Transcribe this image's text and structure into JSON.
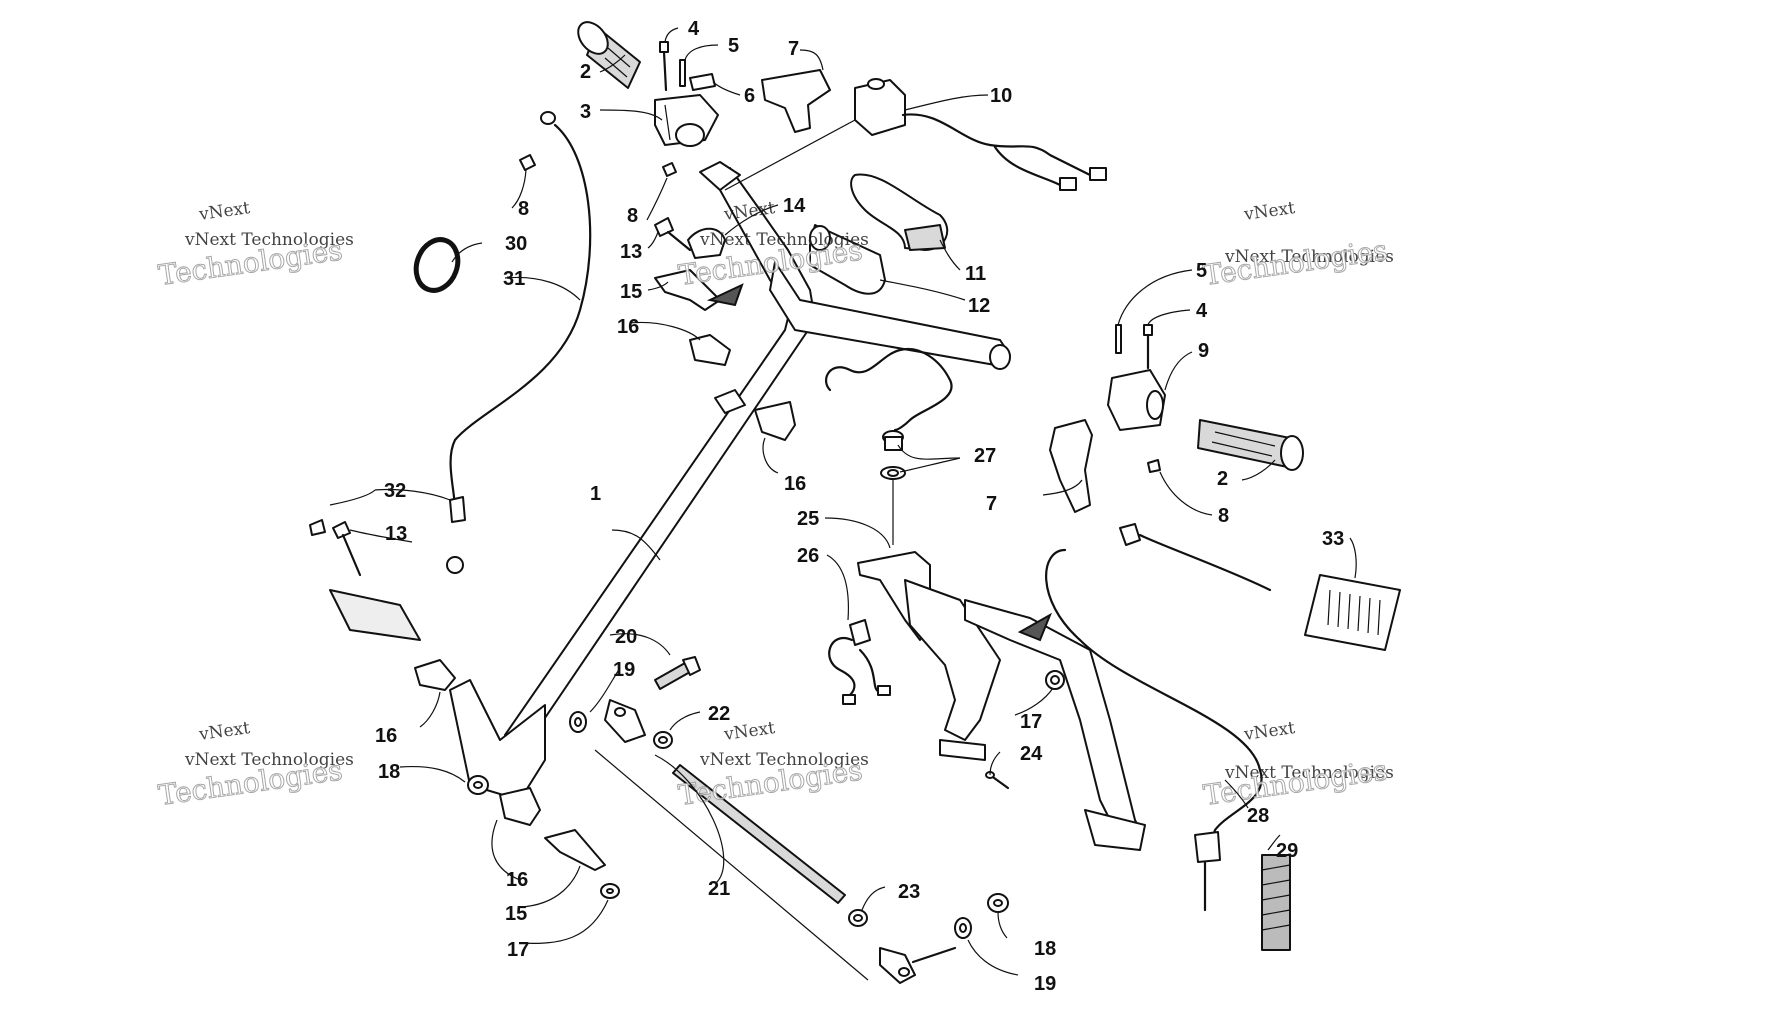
{
  "watermark": {
    "line1": "vNext",
    "line2": "vNext Technologies",
    "line3": "Technologies"
  },
  "callouts": [
    {
      "id": "c1",
      "label": "1"
    },
    {
      "id": "c2a",
      "label": "2"
    },
    {
      "id": "c2b",
      "label": "2"
    },
    {
      "id": "c3",
      "label": "3"
    },
    {
      "id": "c4a",
      "label": "4"
    },
    {
      "id": "c4b",
      "label": "4"
    },
    {
      "id": "c5a",
      "label": "5"
    },
    {
      "id": "c5b",
      "label": "5"
    },
    {
      "id": "c6",
      "label": "6"
    },
    {
      "id": "c7a",
      "label": "7"
    },
    {
      "id": "c7b",
      "label": "7"
    },
    {
      "id": "c8a",
      "label": "8"
    },
    {
      "id": "c8b",
      "label": "8"
    },
    {
      "id": "c8c",
      "label": "8"
    },
    {
      "id": "c9",
      "label": "9"
    },
    {
      "id": "c10",
      "label": "10"
    },
    {
      "id": "c11",
      "label": "11"
    },
    {
      "id": "c12",
      "label": "12"
    },
    {
      "id": "c13a",
      "label": "13"
    },
    {
      "id": "c13b",
      "label": "13"
    },
    {
      "id": "c14",
      "label": "14"
    },
    {
      "id": "c15a",
      "label": "15"
    },
    {
      "id": "c15b",
      "label": "15"
    },
    {
      "id": "c16a",
      "label": "16"
    },
    {
      "id": "c16b",
      "label": "16"
    },
    {
      "id": "c16c",
      "label": "16"
    },
    {
      "id": "c16d",
      "label": "16"
    },
    {
      "id": "c17a",
      "label": "17"
    },
    {
      "id": "c17b",
      "label": "17"
    },
    {
      "id": "c18a",
      "label": "18"
    },
    {
      "id": "c18b",
      "label": "18"
    },
    {
      "id": "c19a",
      "label": "19"
    },
    {
      "id": "c19b",
      "label": "19"
    },
    {
      "id": "c20",
      "label": "20"
    },
    {
      "id": "c21",
      "label": "21"
    },
    {
      "id": "c22",
      "label": "22"
    },
    {
      "id": "c23",
      "label": "23"
    },
    {
      "id": "c24",
      "label": "24"
    },
    {
      "id": "c25",
      "label": "25"
    },
    {
      "id": "c26",
      "label": "26"
    },
    {
      "id": "c27",
      "label": "27"
    },
    {
      "id": "c28",
      "label": "28"
    },
    {
      "id": "c29",
      "label": "29"
    },
    {
      "id": "c30",
      "label": "30"
    },
    {
      "id": "c31",
      "label": "31"
    },
    {
      "id": "c32",
      "label": "32"
    },
    {
      "id": "c33",
      "label": "33"
    }
  ]
}
